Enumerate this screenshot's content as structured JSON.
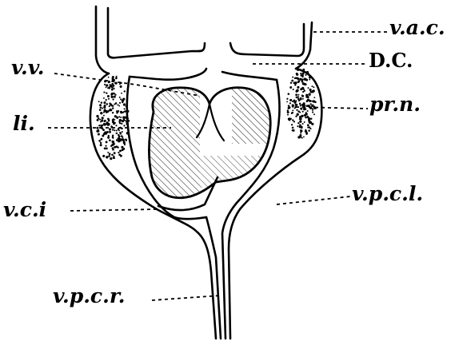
{
  "figure": {
    "labels": {
      "vac": "v.a.c.",
      "dc": "D.C.",
      "vv": "v.v.",
      "prn": "pr.n.",
      "li": "li.",
      "vci": "v.c.i",
      "vpcl": "v.p.c.l.",
      "vpcr": "v.p.c.r."
    },
    "colors": {
      "ink": "#000000",
      "paper": "#ffffff"
    }
  }
}
